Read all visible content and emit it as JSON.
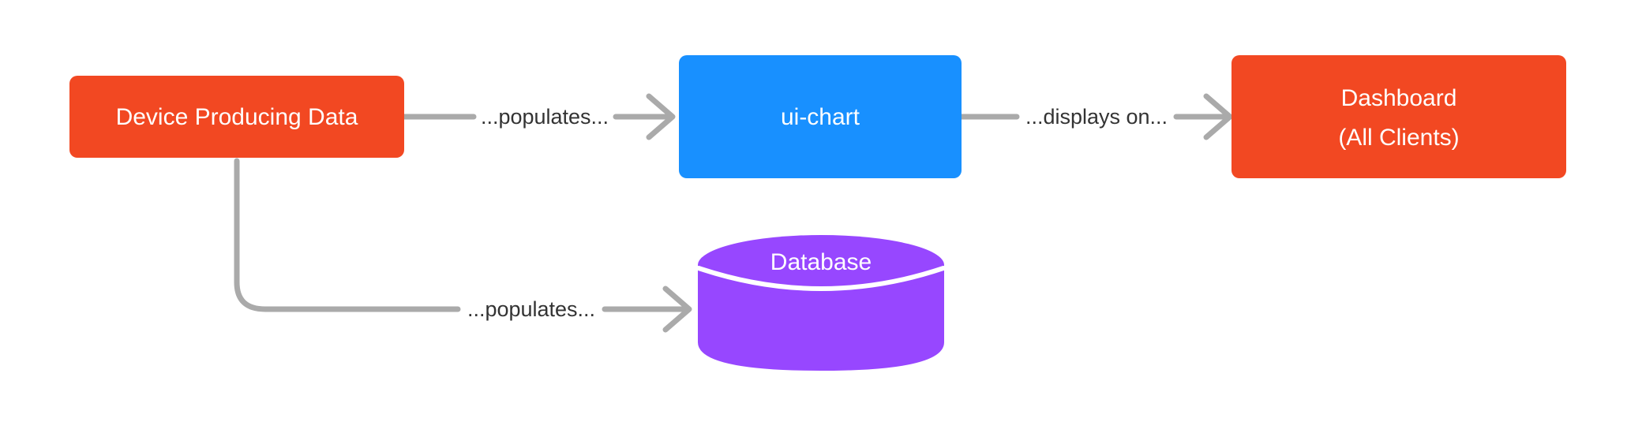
{
  "diagram": {
    "type": "flowchart",
    "direction": "left-to-right",
    "background_color": "#ffffff",
    "edge_color": "#aaaaaa",
    "edge_label_color": "#333333",
    "nodes": [
      {
        "id": "device",
        "label": "Device Producing Data",
        "shape": "rounded-rectangle",
        "color": "#f24822",
        "text_color": "#ffffff"
      },
      {
        "id": "ui-chart",
        "label": "ui-chart",
        "shape": "rounded-rectangle",
        "color": "#1890ff",
        "text_color": "#ffffff"
      },
      {
        "id": "dashboard",
        "label_line1": "Dashboard",
        "label_line2": "(All Clients)",
        "shape": "rounded-rectangle",
        "color": "#f24822",
        "text_color": "#ffffff"
      },
      {
        "id": "database",
        "label": "Database",
        "shape": "cylinder",
        "color": "#9747ff",
        "text_color": "#ffffff"
      }
    ],
    "edges": [
      {
        "id": "device-to-uichart",
        "from": "device",
        "to": "ui-chart",
        "label": "...populates..."
      },
      {
        "id": "uichart-to-dashboard",
        "from": "ui-chart",
        "to": "dashboard",
        "label": "...displays on..."
      },
      {
        "id": "device-to-database",
        "from": "device",
        "to": "database",
        "label": "...populates..."
      }
    ]
  }
}
